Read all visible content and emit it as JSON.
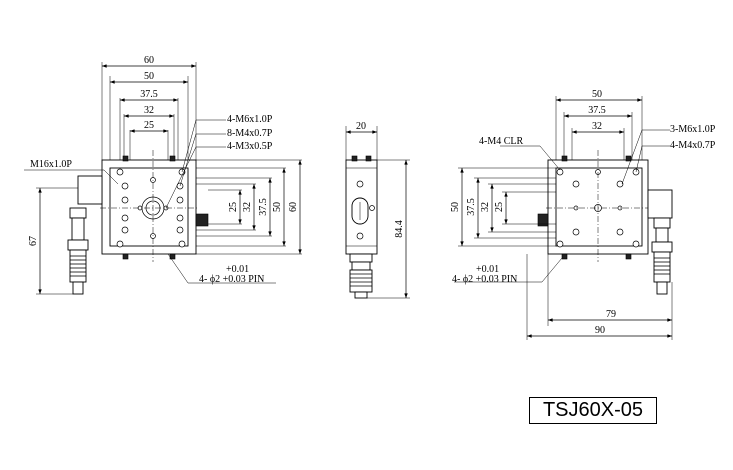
{
  "drawing": {
    "model": "TSJ60X-05",
    "front_view": {
      "dims": {
        "w60": "60",
        "w50": "50",
        "w37_5": "37.5",
        "w32": "32",
        "w25": "25",
        "h25": "25",
        "h32": "32",
        "h37_5": "37.5",
        "h50": "50",
        "h60": "60",
        "h67": "67"
      },
      "labels": {
        "m6": "4-M6x1.0P",
        "m4": "8-M4x0.7P",
        "m3": "4-M3x0.5P",
        "m16": "M16x1.0P",
        "tol": "+0.01",
        "pin": "4- ϕ2 +0.03 PIN"
      }
    },
    "side_view": {
      "dims": {
        "w20": "20",
        "h84_4": "84.4"
      }
    },
    "right_view": {
      "dims": {
        "w50": "50",
        "w37_5": "37.5",
        "w32": "32",
        "h50": "50",
        "h37_5": "37.5",
        "h32": "32",
        "h25": "25",
        "w79": "79",
        "w90": "90"
      },
      "labels": {
        "m4clr": "4-M4 CLR",
        "m6": "3-M6x1.0P",
        "m4": "4-M4x0.7P",
        "tol": "+0.01",
        "pin": "4- ϕ2 +0.03 PIN"
      }
    }
  }
}
